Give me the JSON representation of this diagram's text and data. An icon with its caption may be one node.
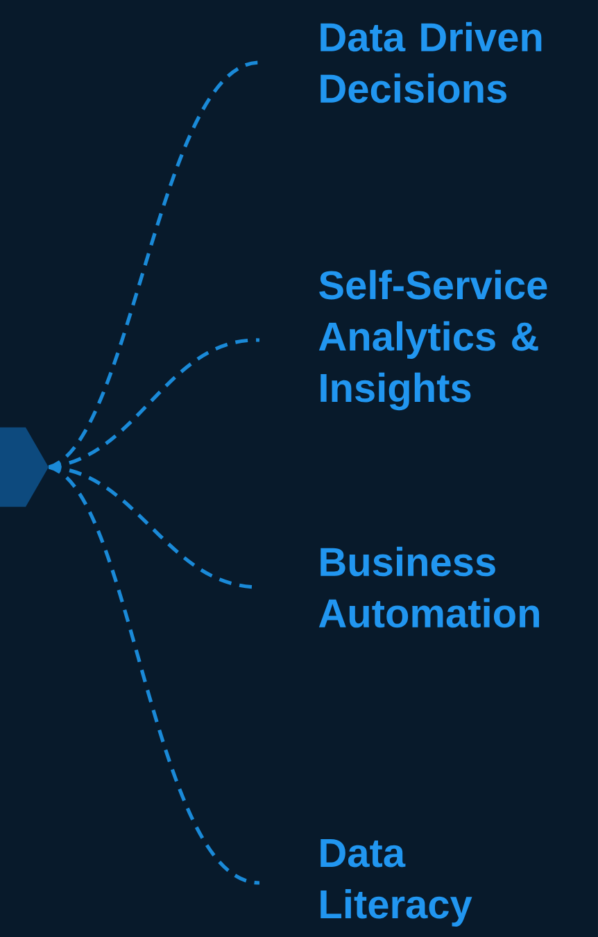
{
  "diagram": {
    "nodes": [
      {
        "text": [],
        "shape": "hexagon"
      },
      {
        "text": [
          "Data Driven Decisions"
        ]
      },
      {
        "text": [
          "Self-Service Analytics & Insights"
        ]
      },
      {
        "text": [
          "Business Automation"
        ]
      },
      {
        "text": [
          "Data Literacy"
        ]
      }
    ],
    "edges": [
      {
        "from": 0,
        "to": 1,
        "arrow": "none",
        "style": "dashed"
      },
      {
        "from": 0,
        "to": 2,
        "arrow": "none",
        "style": "dashed"
      },
      {
        "from": 0,
        "to": 3,
        "arrow": "none",
        "style": "dashed"
      },
      {
        "from": 0,
        "to": 4,
        "arrow": "none",
        "style": "dashed"
      }
    ]
  }
}
